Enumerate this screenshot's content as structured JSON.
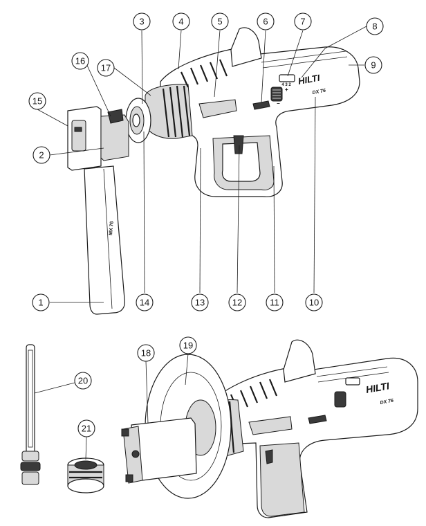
{
  "callouts": [
    {
      "id": "1",
      "label": "1"
    },
    {
      "id": "2",
      "label": "2"
    },
    {
      "id": "3",
      "label": "3"
    },
    {
      "id": "4",
      "label": "4"
    },
    {
      "id": "5",
      "label": "5"
    },
    {
      "id": "6",
      "label": "6"
    },
    {
      "id": "7",
      "label": "7"
    },
    {
      "id": "8",
      "label": "8"
    },
    {
      "id": "9",
      "label": "9"
    },
    {
      "id": "10",
      "label": "10"
    },
    {
      "id": "11",
      "label": "11"
    },
    {
      "id": "12",
      "label": "12"
    },
    {
      "id": "13",
      "label": "13"
    },
    {
      "id": "14",
      "label": "14"
    },
    {
      "id": "15",
      "label": "15"
    },
    {
      "id": "16",
      "label": "16"
    },
    {
      "id": "17",
      "label": "17"
    },
    {
      "id": "18",
      "label": "18"
    },
    {
      "id": "19",
      "label": "19"
    },
    {
      "id": "20",
      "label": "20"
    },
    {
      "id": "21",
      "label": "21"
    }
  ],
  "tool_text": {
    "brand": "HILTI",
    "model": "DX 76",
    "magazine_model": "MX 76",
    "dial_numbers": "4 3 2",
    "plus_sign": "+",
    "minus_sign": "−"
  }
}
